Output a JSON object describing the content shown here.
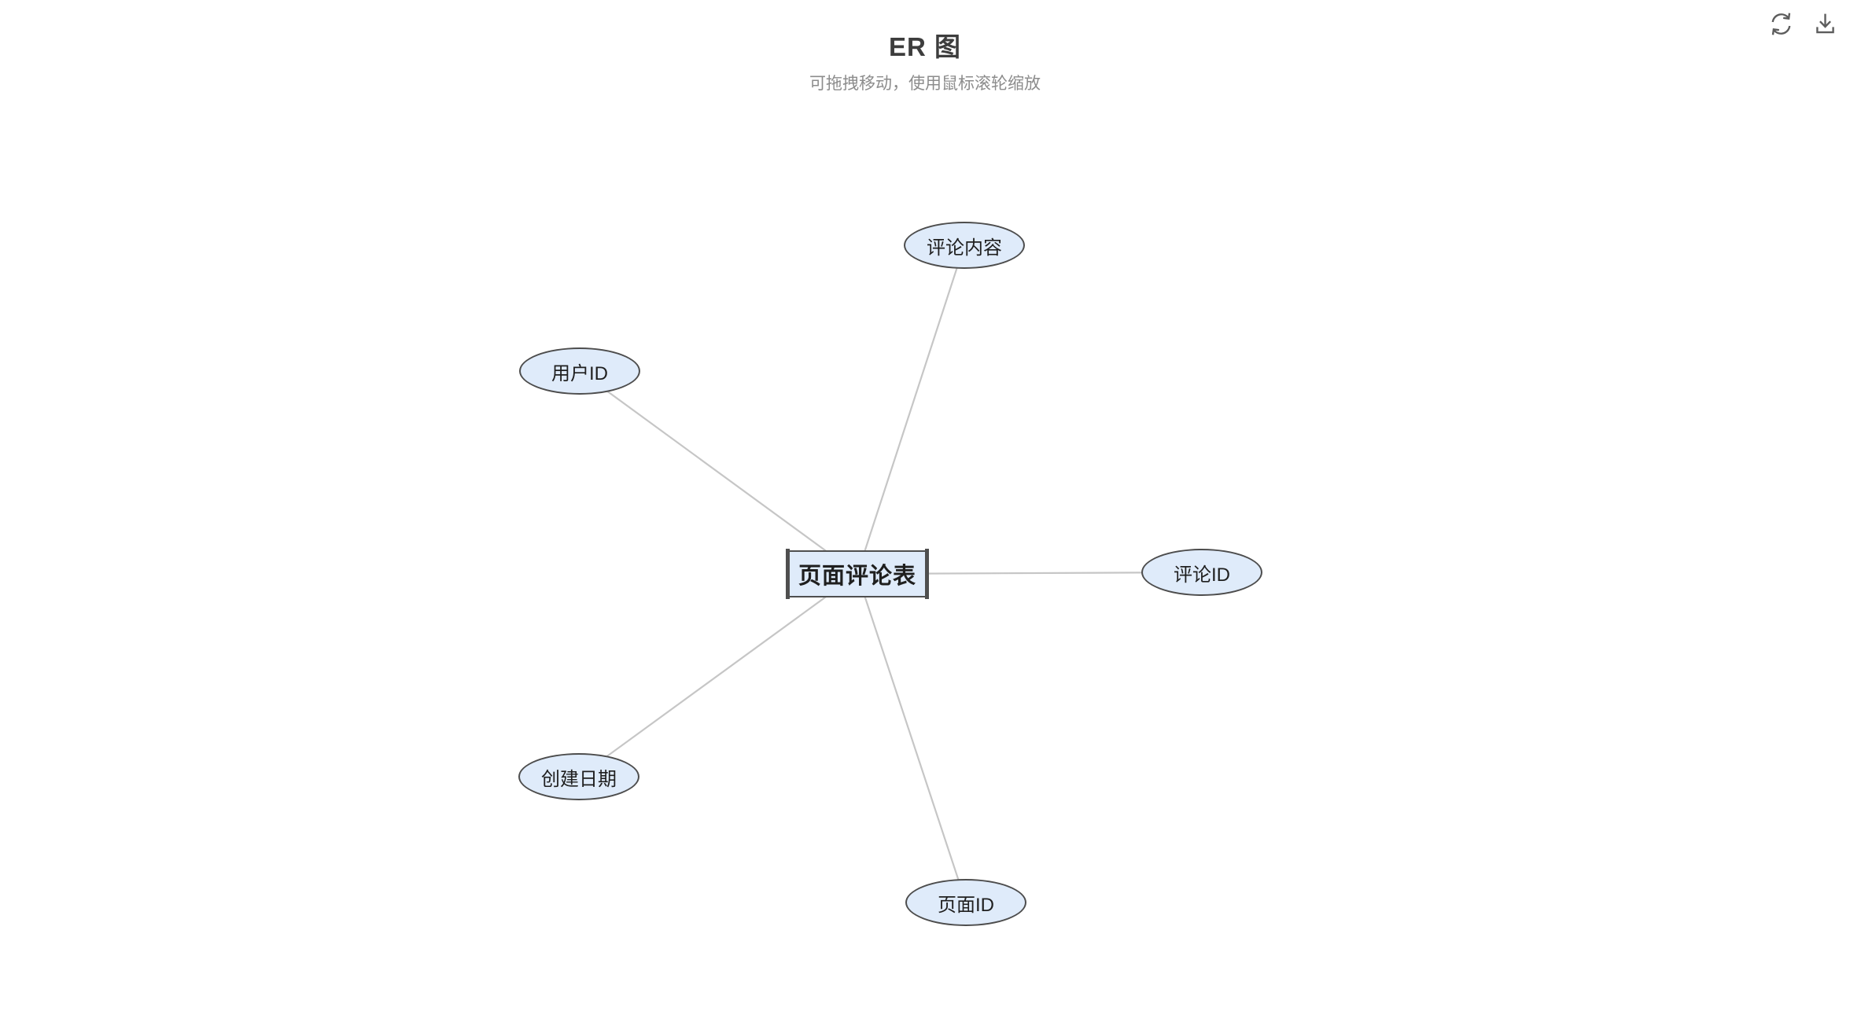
{
  "header": {
    "title": "ER 图",
    "subtitle": "可拖拽移动，使用鼠标滚轮缩放"
  },
  "toolbar": {
    "icons": [
      {
        "name": "refresh-icon"
      },
      {
        "name": "download-icon"
      }
    ]
  },
  "diagram": {
    "type": "er-graph",
    "entity": {
      "label": "页面评论表"
    },
    "attributes": [
      {
        "label": "评论内容"
      },
      {
        "label": "用户ID"
      },
      {
        "label": "评论ID"
      },
      {
        "label": "创建日期"
      },
      {
        "label": "页面ID"
      }
    ],
    "edges": [
      {
        "from": "页面评论表",
        "to": "评论内容"
      },
      {
        "from": "页面评论表",
        "to": "用户ID"
      },
      {
        "from": "页面评论表",
        "to": "评论ID"
      },
      {
        "from": "页面评论表",
        "to": "创建日期"
      },
      {
        "from": "页面评论表",
        "to": "页面ID"
      }
    ]
  },
  "colors": {
    "node_fill": "#dfebfa",
    "node_border": "#4d4d4d",
    "edge": "#c6c6c6",
    "title": "#3d3d3d",
    "subtitle": "#8c8c8c",
    "icon": "#5c5c5c"
  }
}
